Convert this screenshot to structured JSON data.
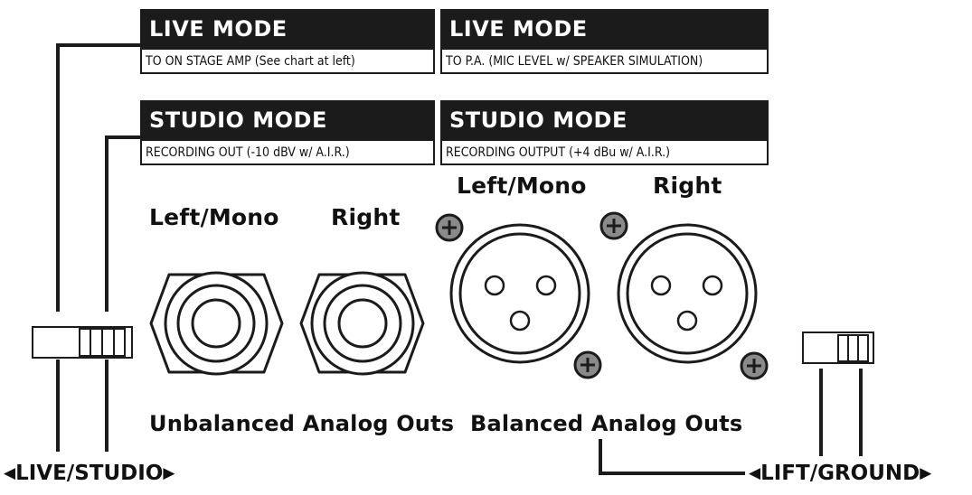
{
  "labels": {
    "live_mode_left": "LIVE MODE",
    "live_mode_left_desc": "TO ON STAGE AMP (See chart at left)",
    "live_mode_right": "LIVE MODE",
    "live_mode_right_desc": "TO P.A. (MIC LEVEL w/ SPEAKER SIMULATION)",
    "studio_mode_left": "STUDIO MODE",
    "studio_mode_left_desc": "RECORDING OUT (-10 dBV w/ A.I.R.)",
    "studio_mode_right": "STUDIO MODE",
    "studio_mode_right_desc": "RECORDING OUTPUT (+4 dBu w/ A.I.R.)",
    "unbalanced_left": "Left/Mono",
    "unbalanced_right": "Right",
    "balanced_left": "Left/Mono",
    "balanced_right": "Right",
    "unbalanced_caption": "Unbalanced Analog Outs",
    "balanced_caption": "Balanced Analog Outs",
    "live_studio_switch": "LIVE/STUDIO",
    "lift_ground_switch": "LIFT/GROUND"
  },
  "colors": {
    "ink": "#1b1b1b",
    "screw": "#8a8a8a",
    "background": "#ffffff"
  }
}
